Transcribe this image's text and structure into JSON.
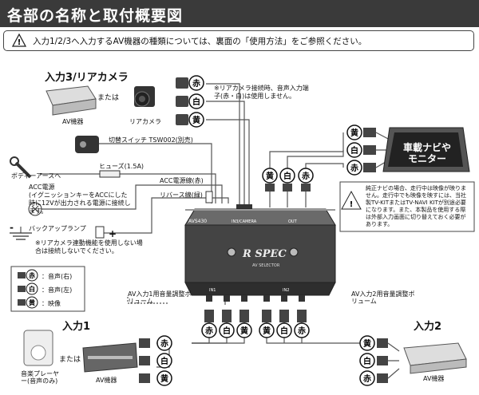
{
  "title": "各部の名称と取付概要図",
  "notice": "入力1/2/3へ入力するAV機器の種類については、裏面の「使用方法」をご参照ください。",
  "input3": {
    "heading": "入力3/リアカメラ",
    "av_device": "AV機器",
    "or": "または",
    "rear_camera": "リアカメラ",
    "note": "※リアカメラ接続時、音声入力端子(赤・白)は使用しません。"
  },
  "switch_label": "切替スイッチ TSW002(別売)",
  "body_earth": "ボディーアースへ",
  "fuse": "ヒューズ(1.5A)",
  "acc_wire": "ACC電源線(赤)",
  "reverse_wire": "リバース線(緑)",
  "acc_power": "ACC電源",
  "acc_note": "(イグニッションキーをACCにした時に12Vが出力される電源に接続します。",
  "backup_lamp": "バックアップランプ",
  "backup_note": "※リアカメラ連動機能を使用しない場合は接続しないでください。",
  "plus": "+",
  "minus": "-",
  "monitor": "車載ナビやモニター",
  "monitor_note": "純正ナビの場合、走行中は映像が映りません。走行中でも映像を映すには、当社製TV-KITまたはTV-NAVI KITが別途必要になります。また、本製品を使用する際は外部入力画面に切り替えておく必要があります。",
  "legend": {
    "red": "：音声(右)",
    "white": "：音声(左)",
    "yellow": "：映像"
  },
  "connectors": {
    "red": "赤",
    "white": "白",
    "yellow": "黄"
  },
  "device": {
    "brand": "R SPEC",
    "sub": "AV SELECTOR",
    "model": "AVS430",
    "top_label": "IN3/CAMERA",
    "out": "OUT",
    "in1": "IN1",
    "in2": "IN2"
  },
  "vol1": "AV入力1用音量調整ボリューム",
  "vol2": "AV入力2用音量調整ボリューム",
  "input1": {
    "heading": "入力1",
    "player": "音楽プレーヤー(音声のみ)",
    "or": "または",
    "av_device": "AV機器"
  },
  "input2": {
    "heading": "入力2",
    "av_device": "AV機器"
  }
}
